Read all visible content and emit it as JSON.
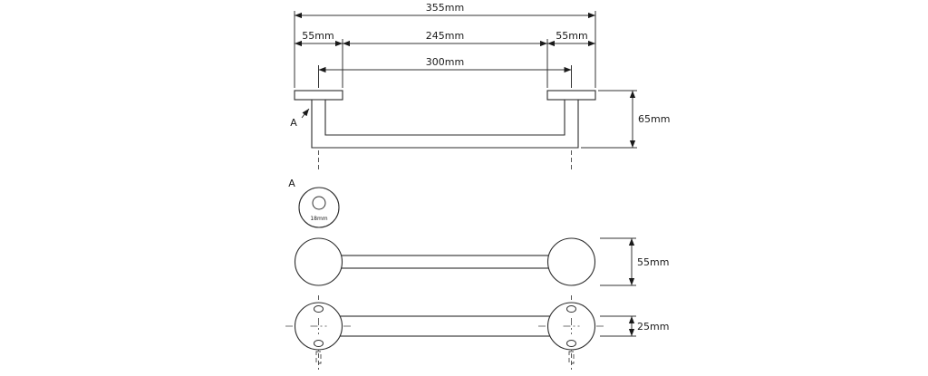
{
  "diagram": {
    "top_dims": {
      "total": "355mm",
      "left": "55mm",
      "center": "245mm",
      "right": "55mm",
      "span": "300mm"
    },
    "elevation": {
      "height": "65mm",
      "detail_marker": "A"
    },
    "detail": {
      "label": "A",
      "bore": "18mm"
    },
    "front": {
      "diameter": "55mm"
    },
    "plan": {
      "depth": "25mm"
    }
  }
}
